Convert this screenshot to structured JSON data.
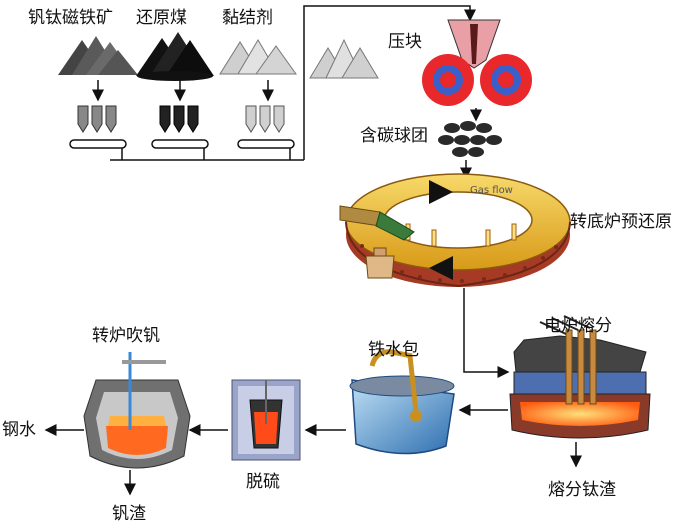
{
  "raw_materials": {
    "ore": "钒钛磁铁矿",
    "coal": "还原煤",
    "binder": "黏结剂"
  },
  "steps": {
    "briquetting": "压块",
    "pellets": "含碳球团",
    "rhf": "转底炉预还原",
    "gas_flow": "Gas flow",
    "eaf": "电炉熔分",
    "ladle": "铁水包",
    "desulf": "脱硫",
    "converter": "转炉吹钒"
  },
  "products": {
    "slag_ti": "熔分钛渣",
    "steel": "钢水",
    "slag_v": "钒渣"
  },
  "colors": {
    "ore": "#666666",
    "coal": "#1a1a1a",
    "binder": "#d8d8d8",
    "roller_red": "#e8282a",
    "roller_blue": "#3a5fc8",
    "furnace_gold": "#f0c020",
    "pellet_red": "#b63a22",
    "molten": "#ff7a1a",
    "ladle_blue": "#3f86c8"
  }
}
